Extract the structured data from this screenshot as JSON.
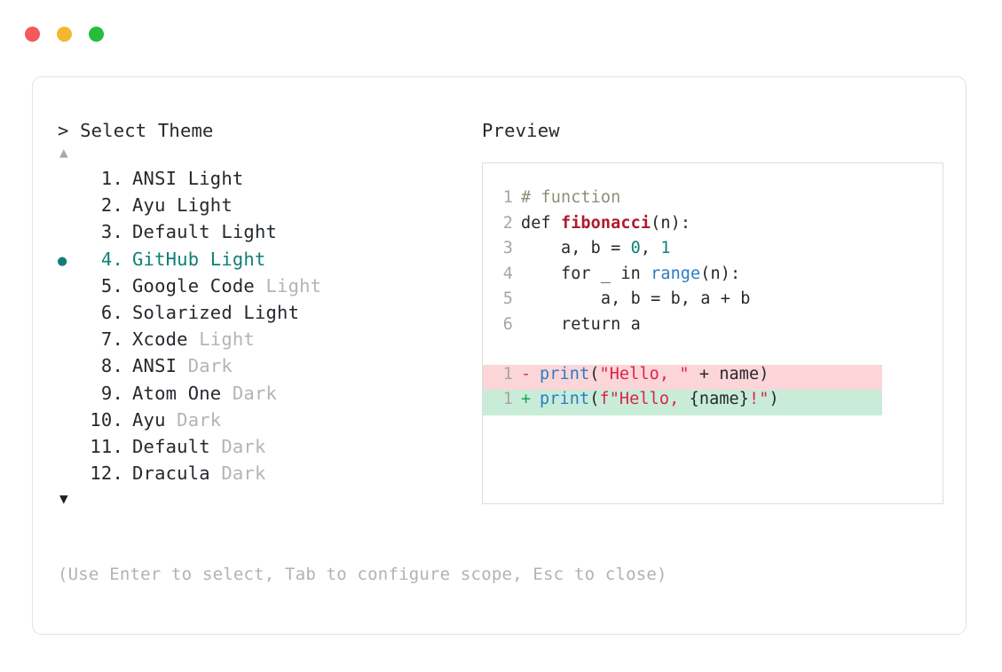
{
  "window": {
    "buttons": [
      {
        "name": "close",
        "color": "#f4595b"
      },
      {
        "name": "minimize",
        "color": "#f5b731"
      },
      {
        "name": "maximize",
        "color": "#24bd3c"
      }
    ]
  },
  "selector": {
    "prompt": "> Select Theme",
    "scroll_up_indicator": "▲",
    "scroll_down_indicator": "▼",
    "selected_bullet": "●",
    "accent_color": "#0f8077",
    "items": [
      {
        "bullet": "",
        "index": "1.",
        "name": "ANSI Light",
        "variant": "",
        "selected": false
      },
      {
        "bullet": "",
        "index": "2.",
        "name": "Ayu Light",
        "variant": "",
        "selected": false
      },
      {
        "bullet": "",
        "index": "3.",
        "name": "Default Light",
        "variant": "",
        "selected": false
      },
      {
        "bullet": "●",
        "index": "4.",
        "name": "GitHub",
        "variant": " Light",
        "selected": true
      },
      {
        "bullet": "",
        "index": "5.",
        "name": "Google Code",
        "variant": " Light",
        "selected": false
      },
      {
        "bullet": "",
        "index": "6.",
        "name": "Solarized Light",
        "variant": "",
        "selected": false
      },
      {
        "bullet": "",
        "index": "7.",
        "name": "Xcode",
        "variant": " Light",
        "selected": false
      },
      {
        "bullet": "",
        "index": "8.",
        "name": "ANSI",
        "variant": " Dark",
        "selected": false
      },
      {
        "bullet": "",
        "index": "9.",
        "name": "Atom One",
        "variant": " Dark",
        "selected": false
      },
      {
        "bullet": "",
        "index": "10.",
        "name": "Ayu",
        "variant": " Dark",
        "selected": false
      },
      {
        "bullet": "",
        "index": "11.",
        "name": "Default",
        "variant": " Dark",
        "selected": false
      },
      {
        "bullet": "",
        "index": "12.",
        "name": "Dracula",
        "variant": " Dark",
        "selected": false
      }
    ]
  },
  "preview": {
    "title": "Preview",
    "code_lines": [
      {
        "ln": "1",
        "tokens": [
          {
            "t": "# function",
            "c": "comment"
          }
        ]
      },
      {
        "ln": "2",
        "tokens": [
          {
            "t": "def ",
            "c": "kw"
          },
          {
            "t": "fibonacci",
            "c": "fn"
          },
          {
            "t": "(n):",
            "c": "plain"
          }
        ]
      },
      {
        "ln": "3",
        "tokens": [
          {
            "t": "    a, b = ",
            "c": "plain"
          },
          {
            "t": "0",
            "c": "num"
          },
          {
            "t": ", ",
            "c": "plain"
          },
          {
            "t": "1",
            "c": "num"
          }
        ]
      },
      {
        "ln": "4",
        "tokens": [
          {
            "t": "    for _ in ",
            "c": "plain"
          },
          {
            "t": "range",
            "c": "builtin"
          },
          {
            "t": "(n):",
            "c": "plain"
          }
        ]
      },
      {
        "ln": "5",
        "tokens": [
          {
            "t": "        a, b = b, a + b",
            "c": "plain"
          }
        ]
      },
      {
        "ln": "6",
        "tokens": [
          {
            "t": "    return a",
            "c": "plain"
          }
        ]
      }
    ],
    "diff_lines": [
      {
        "ln": "1",
        "sign": "-",
        "kind": "minus",
        "tokens": [
          {
            "t": "print",
            "c": "call"
          },
          {
            "t": "(",
            "c": "plain"
          },
          {
            "t": "\"Hello, \"",
            "c": "str"
          },
          {
            "t": " + name)",
            "c": "plain"
          }
        ]
      },
      {
        "ln": "1",
        "sign": "+",
        "kind": "plus",
        "tokens": [
          {
            "t": "print",
            "c": "call"
          },
          {
            "t": "(",
            "c": "plain"
          },
          {
            "t": "f\"Hello, ",
            "c": "str"
          },
          {
            "t": "{name}",
            "c": "plain"
          },
          {
            "t": "!\"",
            "c": "str"
          },
          {
            "t": ")",
            "c": "plain"
          }
        ]
      }
    ],
    "diff_colors": {
      "minus_bg": "#fcd5d8",
      "plus_bg": "#c9ecd8"
    }
  },
  "footer": {
    "hint": "(Use Enter to select, Tab to configure scope, Esc to close)"
  }
}
